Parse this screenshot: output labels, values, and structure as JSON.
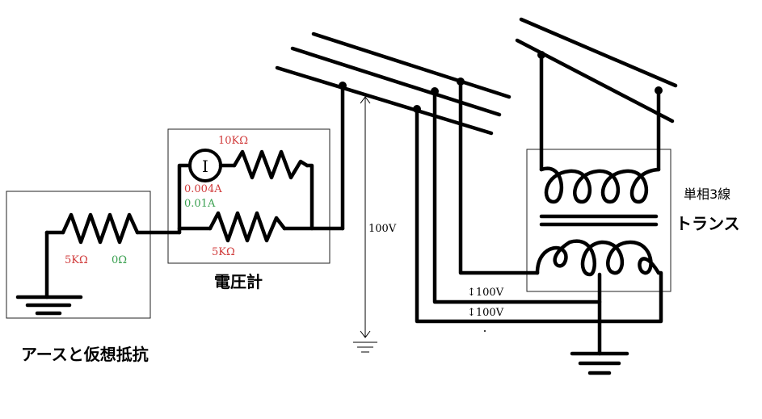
{
  "labels": {
    "earth_title": "アースと仮想抵抗",
    "meter_title": "電圧計",
    "transformer_title_line1": "単相3線",
    "transformer_title_line2": "トランス",
    "meter_symbol": "I",
    "r_meter_top": "10KΩ",
    "r_meter_bottom": "5KΩ",
    "current_red": "0.004A",
    "current_green": "0.01A",
    "r_earth": "5KΩ",
    "r_earth_zero": "0Ω",
    "v_total": "100V",
    "v_upper": "↕100V",
    "v_lower": "↕100V"
  },
  "colors": {
    "wire": "#000000",
    "red": "#d03a3a",
    "green": "#3aa050"
  }
}
